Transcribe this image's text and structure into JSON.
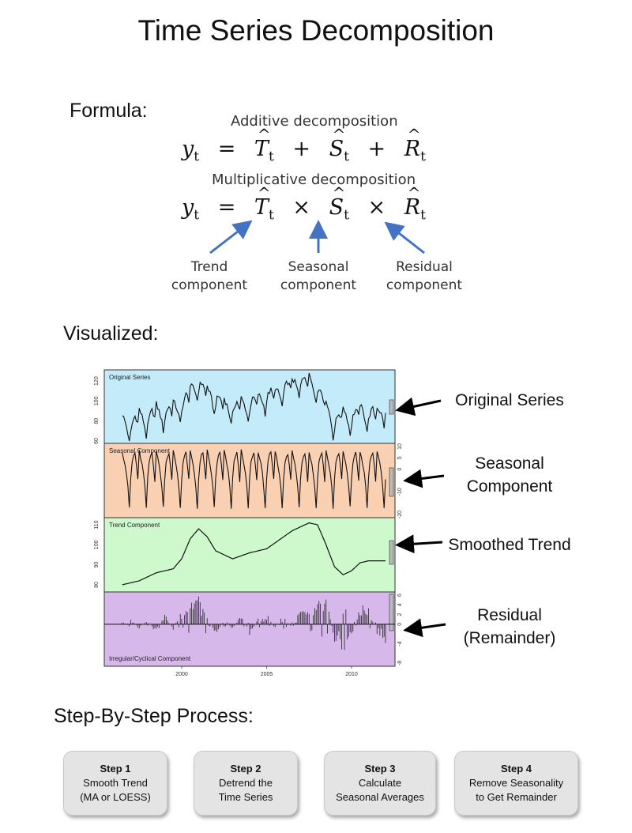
{
  "title": "Time Series Decomposition",
  "formula": {
    "heading": "Formula:",
    "additive_caption": "Additive decomposition",
    "multiplicative_caption": "Multiplicative decomposition",
    "y": "y",
    "sub_t": "t",
    "T": "T",
    "S": "S",
    "R": "R",
    "plus": "+",
    "times": "×",
    "equals": "=",
    "labels": {
      "trend": [
        "Trend",
        "component"
      ],
      "seasonal": [
        "Seasonal",
        "component"
      ],
      "residual": [
        "Residual",
        "component"
      ]
    },
    "arrow_color": "#4472c4"
  },
  "visualized": {
    "heading": "Visualized:",
    "panel_labels": {
      "original": "Original Series",
      "seasonal": "Seasonal Component",
      "trend": "Trend Component",
      "irregular": "Irregular/Cyclical Component"
    },
    "right_labels": {
      "original": [
        "Original Series"
      ],
      "seasonal": [
        "Seasonal",
        "Component"
      ],
      "trend": [
        "Smoothed Trend"
      ],
      "residual": [
        "Residual",
        "(Remainder)"
      ]
    },
    "colors": {
      "original": "#c4ebfa",
      "seasonal": "#f9d0b2",
      "trend": "#cdf9cd",
      "irregular": "#d6b8ea"
    }
  },
  "chart_data": {
    "type": "line",
    "x_ticks": [
      "2000",
      "2005",
      "2010"
    ],
    "x_range": [
      1996,
      2012
    ],
    "panels": [
      {
        "name": "Original Series",
        "y_ticks": [
          "60",
          "80",
          "100",
          "120"
        ],
        "ylim": [
          60,
          128
        ],
        "x": [
          1996.5,
          1997,
          1997.5,
          1998,
          1998.5,
          1999,
          1999.5,
          2000,
          2000.5,
          2000.9,
          2001.5,
          2002,
          2002.5,
          2003,
          2003.5,
          2004,
          2004.5,
          2005,
          2005.5,
          2006,
          2006.5,
          2007,
          2007.5,
          2008,
          2008.5,
          2009,
          2009.5,
          2010,
          2010.5,
          2011,
          2011.5,
          2012
        ],
        "y": [
          80,
          72,
          85,
          78,
          90,
          84,
          93,
          92,
          108,
          116,
          108,
          100,
          96,
          90,
          96,
          94,
          100,
          103,
          106,
          110,
          116,
          118,
          120,
          112,
          95,
          75,
          88,
          80,
          90,
          84,
          87,
          90
        ]
      },
      {
        "name": "Seasonal Component",
        "y_ticks": [
          "10",
          "5",
          "0",
          "-10",
          "-20"
        ],
        "ylim": [
          -20,
          10
        ],
        "x": [
          0,
          0.083,
          0.167,
          0.25,
          0.333,
          0.417,
          0.5,
          0.583,
          0.667,
          0.75,
          0.833,
          0.917
        ],
        "y": [
          8,
          5,
          2,
          -2,
          -8,
          -17,
          -4,
          3,
          6,
          7,
          2,
          -5
        ]
      },
      {
        "name": "Trend Component",
        "y_ticks": [
          "80",
          "90",
          "100",
          "110"
        ],
        "ylim": [
          78,
          112
        ],
        "x": [
          1996.5,
          1997.5,
          1998.5,
          1999.5,
          2000,
          2000.5,
          2001,
          2001.5,
          2002,
          2003,
          2004,
          2005,
          2005.5,
          2006.5,
          2007.5,
          2008,
          2008.5,
          2009,
          2009.5,
          2010,
          2010.5,
          2011,
          2011.5,
          2012
        ],
        "y": [
          80,
          82,
          86,
          88,
          93,
          103,
          108,
          104,
          97,
          93,
          96,
          98,
          101,
          107,
          111,
          110,
          100,
          89,
          85,
          87,
          91,
          92,
          92,
          92
        ]
      },
      {
        "name": "Irregular/Cyclical Component",
        "y_ticks": [
          "6",
          "4",
          "2",
          "0",
          "-4",
          "-8"
        ],
        "ylim": [
          -8,
          6
        ],
        "x": [
          1996.5,
          1997,
          1997.5,
          1998,
          1998.5,
          1999,
          1999.5,
          2000,
          2000.5,
          2000.9,
          2001.5,
          2002,
          2002.5,
          2003,
          2003.5,
          2004,
          2004.5,
          2005,
          2005.5,
          2006,
          2006.5,
          2007,
          2007.5,
          2008,
          2008.5,
          2009,
          2009.5,
          2010,
          2010.5,
          2011,
          2011.5,
          2012
        ],
        "y": [
          -1,
          1,
          -1,
          1,
          -2,
          2,
          -1,
          3,
          5,
          6,
          2,
          -2,
          1,
          -1,
          2,
          -2,
          1,
          2,
          -1,
          2,
          -1,
          3,
          2,
          4,
          5,
          -3,
          -6,
          -3,
          4,
          3,
          -2,
          -4
        ]
      }
    ]
  },
  "steps": {
    "heading": "Step-By-Step Process:",
    "items": [
      {
        "title": "Step 1",
        "lines": [
          "Smooth Trend",
          "(MA or LOESS)"
        ]
      },
      {
        "title": "Step 2",
        "lines": [
          "Detrend the",
          "Time Series"
        ]
      },
      {
        "title": "Step 3",
        "lines": [
          "Calculate",
          "Seasonal Averages"
        ]
      },
      {
        "title": "Step 4",
        "lines": [
          "Remove Seasonality",
          "to Get Remainder"
        ]
      }
    ]
  }
}
